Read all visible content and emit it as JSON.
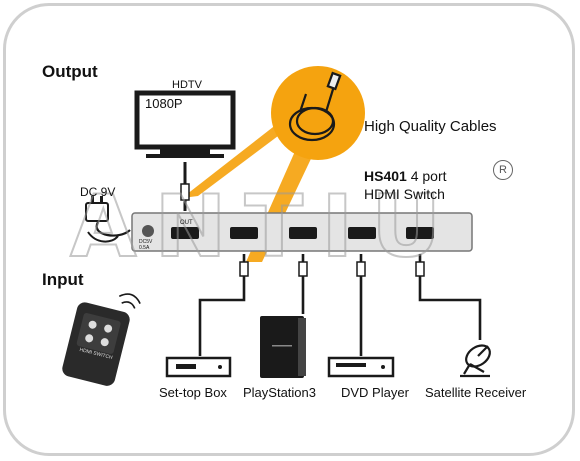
{
  "sections": {
    "output": "Output",
    "input": "Input"
  },
  "tv": {
    "label": "HDTV",
    "screen_text": "1080P"
  },
  "cable_label": "High Quality Cables",
  "switch": {
    "model": "HS401",
    "title_rest": " 4 port",
    "title_line2": "HDMI Switch",
    "out_port": "OUT",
    "dc_label": "DC 9V",
    "dc_port_label": "DC5V",
    "dc_port_sub": "0.5A"
  },
  "power": {
    "label": "DC 9V"
  },
  "remote": {
    "text": "HDMI SWITCH",
    "icon": "remote-control-icon"
  },
  "sources": [
    {
      "label": "Set-top Box",
      "icon": "set-top-box-icon"
    },
    {
      "label": "PlayStation3",
      "icon": "playstation3-icon"
    },
    {
      "label": "DVD Player",
      "icon": "dvd-player-icon"
    },
    {
      "label": "Satellite Receiver",
      "icon": "satellite-dish-icon"
    }
  ],
  "registered_mark": "R",
  "colors": {
    "highlight": "#f5a30f",
    "frame": "#cfcfcf",
    "device": "#222222",
    "switch_body": "#e4e4e4"
  }
}
